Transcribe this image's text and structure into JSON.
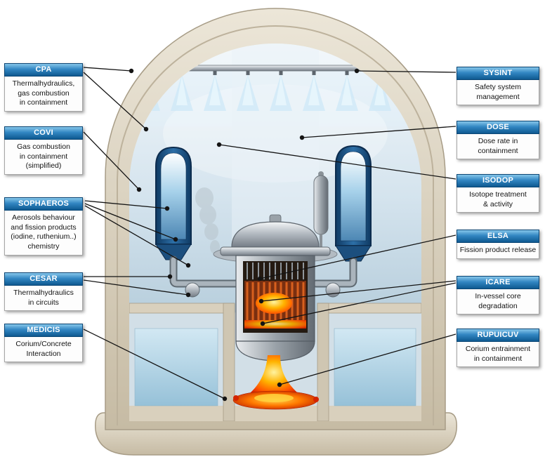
{
  "diagram": {
    "subject": "Severe accident simulation modules mapped onto a reactor containment cutaway",
    "accent_colors": {
      "header_blue_top": "#86c6ea",
      "header_blue_bottom": "#0e5990",
      "shell_beige": "#d3c9b6",
      "interior_blue": "#cfe3ef",
      "tank_blue": "#1c4f7e",
      "melt_orange": "#ff7a00",
      "corium_red": "#d42400"
    },
    "modules_left": [
      {
        "name": "CPA",
        "description": "Thermalhydraulics,\ngas combustion\nin containment"
      },
      {
        "name": "COVI",
        "description": "Gas combustion\nin containment\n(simplified)"
      },
      {
        "name": "SOPHAEROS",
        "description": "Aerosols behaviour\nand fission products\n(iodine, ruthenium..)\nchemistry"
      },
      {
        "name": "CESAR",
        "description": "Thermalhydraulics\nin circuits"
      },
      {
        "name": "MEDICIS",
        "description": "Corium/Concrete\nInteraction"
      }
    ],
    "modules_right": [
      {
        "name": "SYSINT",
        "description": "Safety system\nmanagement"
      },
      {
        "name": "DOSE",
        "description": "Dose rate in\ncontainment"
      },
      {
        "name": "ISODOP",
        "description": "Isotope treatment\n& activity"
      },
      {
        "name": "ELSA",
        "description": "Fission product release"
      },
      {
        "name": "ICARE",
        "description": "In-vessel core\ndegradation"
      },
      {
        "name": "RUPUICUV",
        "description": "Corium entrainment\nin containment"
      }
    ]
  }
}
